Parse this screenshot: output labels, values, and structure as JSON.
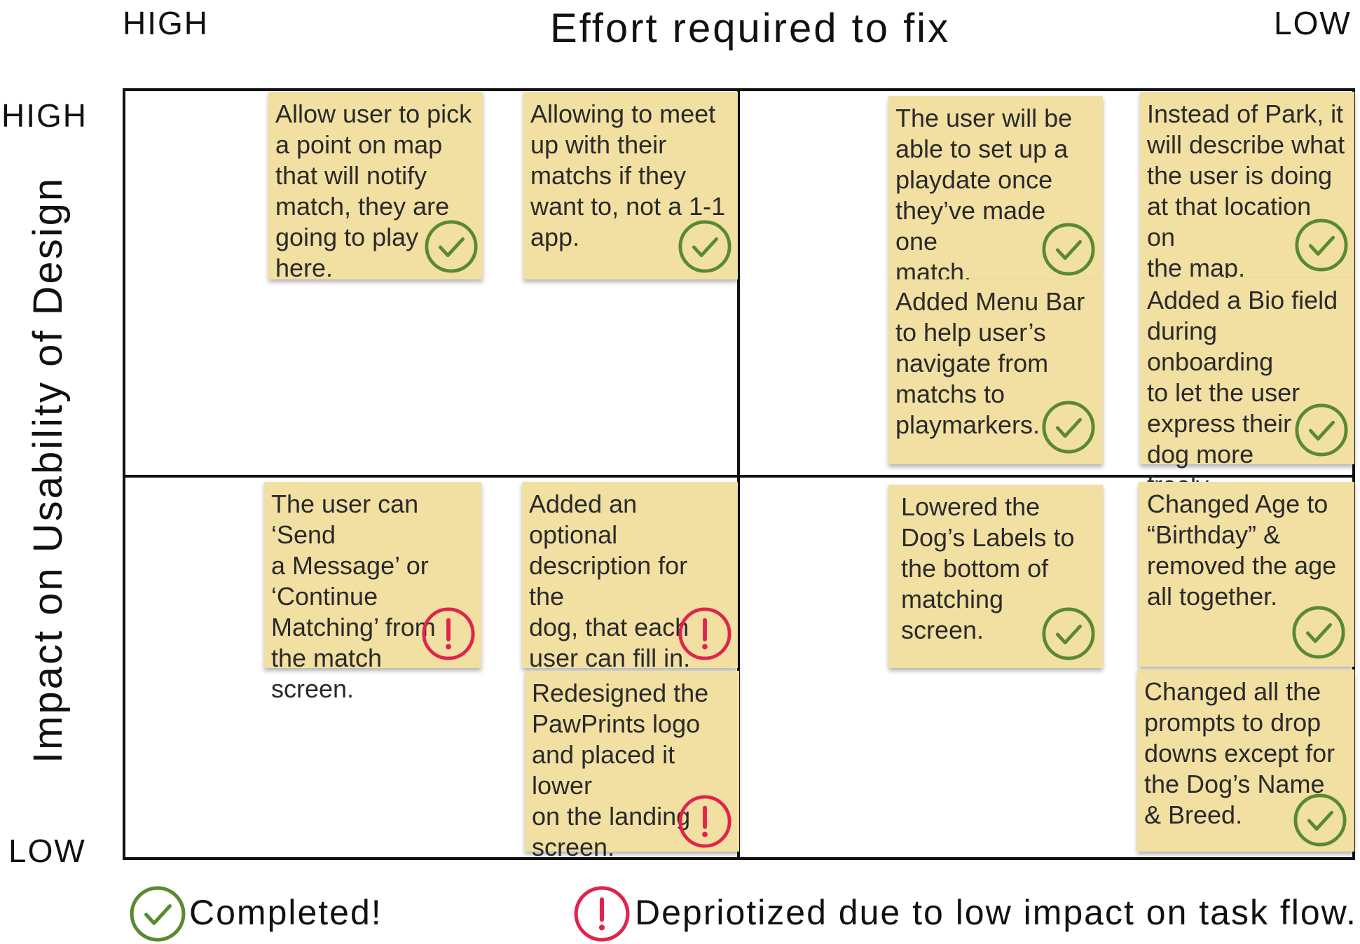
{
  "axes": {
    "x_title": "Effort required to fix",
    "x_high": "HIGH",
    "x_low": "LOW",
    "y_title": "Impact on Usability of Design",
    "y_high": "HIGH",
    "y_low": "LOW"
  },
  "notes": [
    {
      "text": "Allow user to pick\na point on map\nthat will notify\nmatch, they are\ngoing to play\nhere.",
      "status": "completed"
    },
    {
      "text": "Allowing to meet\nup with their\nmatchs if they\nwant to, not a 1-1\napp.",
      "status": "completed"
    },
    {
      "text": "The user will be\nable to set up a\nplaydate once\nthey’ve made one\nmatch.",
      "status": "completed"
    },
    {
      "text": "Instead of Park, it\nwill describe what\nthe user is doing\nat that location on\nthe map.",
      "status": "completed"
    },
    {
      "text": "Added Menu Bar\nto help user’s\nnavigate from\nmatchs to\nplaymarkers.",
      "status": "completed"
    },
    {
      "text": "Added a Bio field\nduring onboarding\nto let the user\nexpress their\ndog more\nfreely.",
      "status": "completed"
    },
    {
      "text": "The user can ‘Send\na Message’ or\n‘Continue\nMatching’ from\nthe match\nscreen.",
      "status": "deprioritized"
    },
    {
      "text": "Added an optional\ndescription for the\ndog, that each\nuser can fill in.",
      "status": "deprioritized"
    },
    {
      "text": "Redesigned the\nPawPrints logo\nand placed it lower\non the landing\nscreen.",
      "status": "deprioritized"
    },
    {
      "text": "Lowered the\nDog’s Labels to\nthe bottom of\nmatching\nscreen.",
      "status": "completed"
    },
    {
      "text": "Changed Age to\n“Birthday” &\nremoved the age\nall together.",
      "status": "completed"
    },
    {
      "text": "Changed all the\nprompts to drop\ndowns except for\nthe Dog’s Name\n& Breed.",
      "status": "completed"
    }
  ],
  "legend": {
    "completed_label": "Completed!",
    "deprioritized_label": "Depriotized due to low impact on task flow."
  },
  "colors": {
    "note": "#f2e0a2",
    "completed": "#5a8a2f",
    "deprioritized": "#e0244c"
  },
  "icons": {
    "completed": "check-circle-icon",
    "deprioritized": "exclamation-circle-icon"
  }
}
